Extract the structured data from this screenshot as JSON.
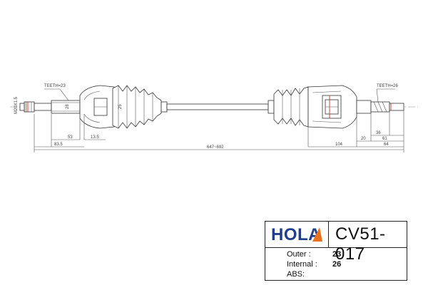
{
  "drawing": {
    "teeth_outer": "TEETH=23",
    "teeth_inner": "TEETH=26",
    "thread_label": "M20X1.5",
    "dims": {
      "d_left_1": "53",
      "d_left_2": "13.5",
      "d_left_3": "83.5",
      "d_length": "647~692",
      "d_right_1": "36",
      "d_right_2": "61",
      "d_right_3": "20",
      "d_right_4": "104",
      "d_right_5": "64",
      "d_dia_1": "28",
      "d_dia_2": "25"
    }
  },
  "spec": {
    "brand": "HOLA",
    "part_number": "CV51-017",
    "outer_label": "Outer :",
    "outer_value": "23",
    "internal_label": "Internal :",
    "internal_value": "26",
    "abs_label": "ABS:",
    "abs_value": ""
  },
  "colors": {
    "brand_blue": "#1f3e8c",
    "brand_orange": "#e8731c",
    "line": "#333333"
  }
}
